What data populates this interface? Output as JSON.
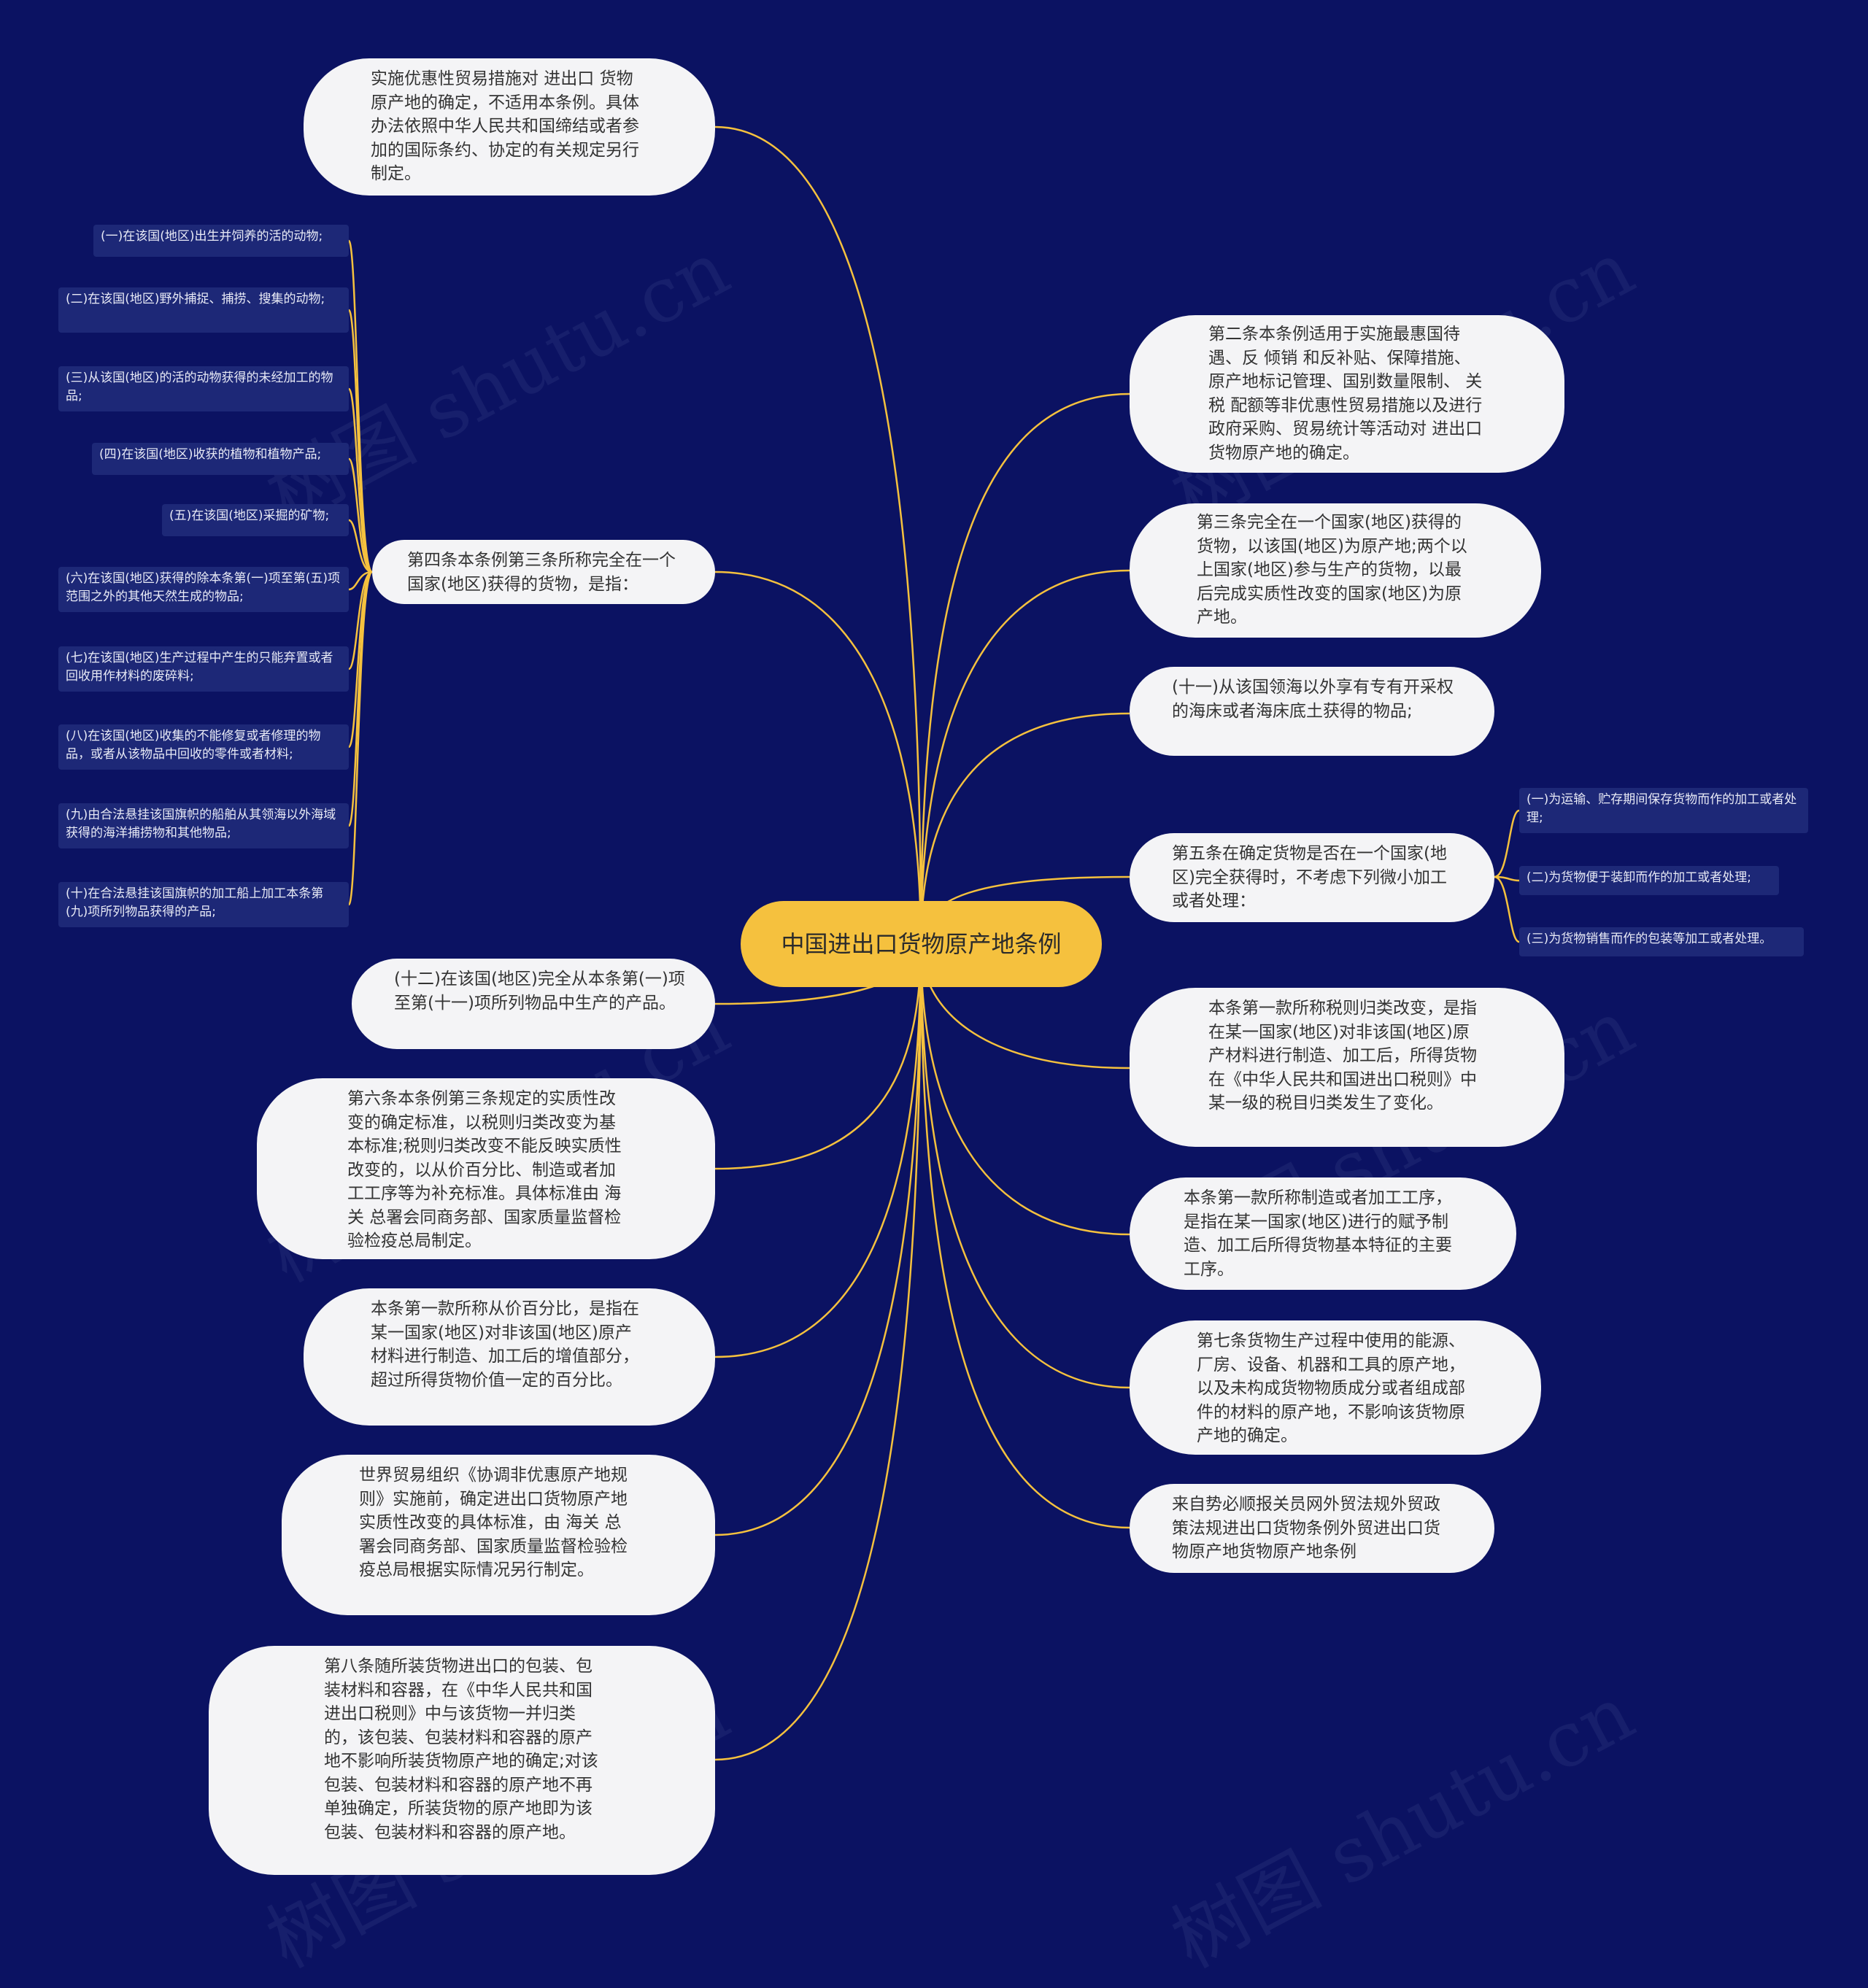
{
  "root": {
    "label": "中国进出口货物原产地条例"
  },
  "nodes": {
    "n1": "实施优惠性贸易措施对 进出口 货物原产地的确定，不适用本条例。具体办法依照中华人民共和国缔结或者参加的国际条约、协定的有关规定另行制定。",
    "n2": "第四条本条例第三条所称完全在一个国家(地区)获得的货物，是指：",
    "n3": "(十二)在该国(地区)完全从本条第(一)项至第(十一)项所列物品中生产的产品。",
    "n4": "第六条本条例第三条规定的实质性改变的确定标准，以税则归类改变为基本标准;税则归类改变不能反映实质性改变的，以从价百分比、制造或者加工工序等为补充标准。具体标准由 海关 总署会同商务部、国家质量监督检验检疫总局制定。",
    "n5": "本条第一款所称从价百分比，是指在某一国家(地区)对非该国(地区)原产材料进行制造、加工后的增值部分，超过所得货物价值一定的百分比。",
    "n6": "世界贸易组织《协调非优惠原产地规则》实施前，确定进出口货物原产地实质性改变的具体标准，由 海关 总署会同商务部、国家质量监督检验检疫总局根据实际情况另行制定。",
    "n7": "第八条随所装货物进出口的包装、包装材料和容器，在《中华人民共和国进出口税则》中与该货物一并归类的，该包装、包装材料和容器的原产地不影响所装货物原产地的确定;对该包装、包装材料和容器的原产地不再单独确定，所装货物的原产地即为该包装、包装材料和容器的原产地。",
    "n8": "第二条本条例适用于实施最惠国待遇、反 倾销 和反补贴、保障措施、原产地标记管理、国别数量限制、 关税 配额等非优惠性贸易措施以及进行政府采购、贸易统计等活动对 进出口 货物原产地的确定。",
    "n9": "第三条完全在一个国家(地区)获得的货物，以该国(地区)为原产地;两个以上国家(地区)参与生产的货物，以最后完成实质性改变的国家(地区)为原产地。",
    "n10": "(十一)从该国领海以外享有专有开采权的海床或者海床底土获得的物品;",
    "n11": "第五条在确定货物是否在一个国家(地区)完全获得时，不考虑下列微小加工或者处理：",
    "n12": "本条第一款所称税则归类改变，是指在某一国家(地区)对非该国(地区)原产材料进行制造、加工后，所得货物在《中华人民共和国进出口税则》中某一级的税目归类发生了变化。",
    "n13": "本条第一款所称制造或者加工工序，是指在某一国家(地区)进行的赋予制造、加工后所得货物基本特征的主要工序。",
    "n14": "第七条货物生产过程中使用的能源、厂房、设备、机器和工具的原产地，以及未构成货物物质成分或者组成部件的材料的原产地，不影响该货物原产地的确定。",
    "n15": "来自势必顺报关员网外贸法规外贸政策法规进出口货物条例外贸进出口货物原产地货物原产地条例"
  },
  "leaves": {
    "a1": "(一)在该国(地区)出生并饲养的活的动物;",
    "a2": "(二)在该国(地区)野外捕捉、捕捞、搜集的动物;",
    "a3": "(三)从该国(地区)的活的动物获得的未经加工的物品;",
    "a4": "(四)在该国(地区)收获的植物和植物产品;",
    "a5": "(五)在该国(地区)采掘的矿物;",
    "a6": "(六)在该国(地区)获得的除本条第(一)项至第(五)项范围之外的其他天然生成的物品;",
    "a7": "(七)在该国(地区)生产过程中产生的只能弃置或者回收用作材料的废碎料;",
    "a8": "(八)在该国(地区)收集的不能修复或者修理的物品，或者从该物品中回收的零件或者材料;",
    "a9": "(九)由合法悬挂该国旗帜的船舶从其领海以外海域获得的海洋捕捞物和其他物品;",
    "a10": "(十)在合法悬挂该国旗帜的加工船上加工本条第(九)项所列物品获得的产品;",
    "b1": "(一)为运输、贮存期间保存货物而作的加工或者处理;",
    "b2": "(二)为货物便于装卸而作的加工或者处理;",
    "b3": "(三)为货物销售而作的包装等加工或者处理。"
  },
  "watermark": "树图 shutu.cn",
  "colors": {
    "background": "#0b1262",
    "root": "#f5c13e",
    "connector": "#f5c13e",
    "node": "#f4f4f6",
    "leaf": "#1d2877"
  }
}
